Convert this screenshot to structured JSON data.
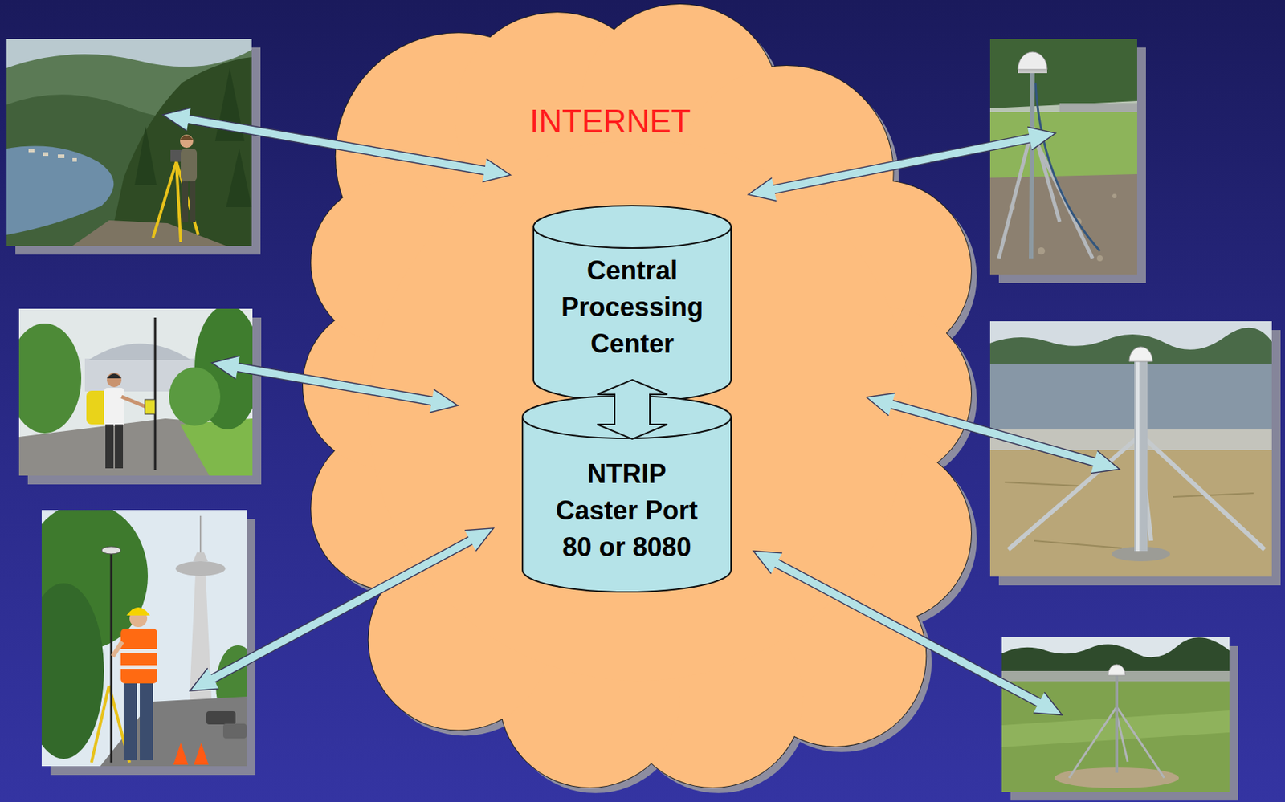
{
  "diagram": {
    "nodes": [
      {
        "text": [
          "INTERNET"
        ]
      },
      {
        "text": [
          "Central Processing Center"
        ],
        "in": 0
      },
      {
        "text": [
          "NTRIP Caster Port 80 or 8080"
        ],
        "in": 0
      }
    ],
    "edges": [
      {
        "from": 1,
        "to": 2,
        "arrow": "both"
      }
    ]
  }
}
